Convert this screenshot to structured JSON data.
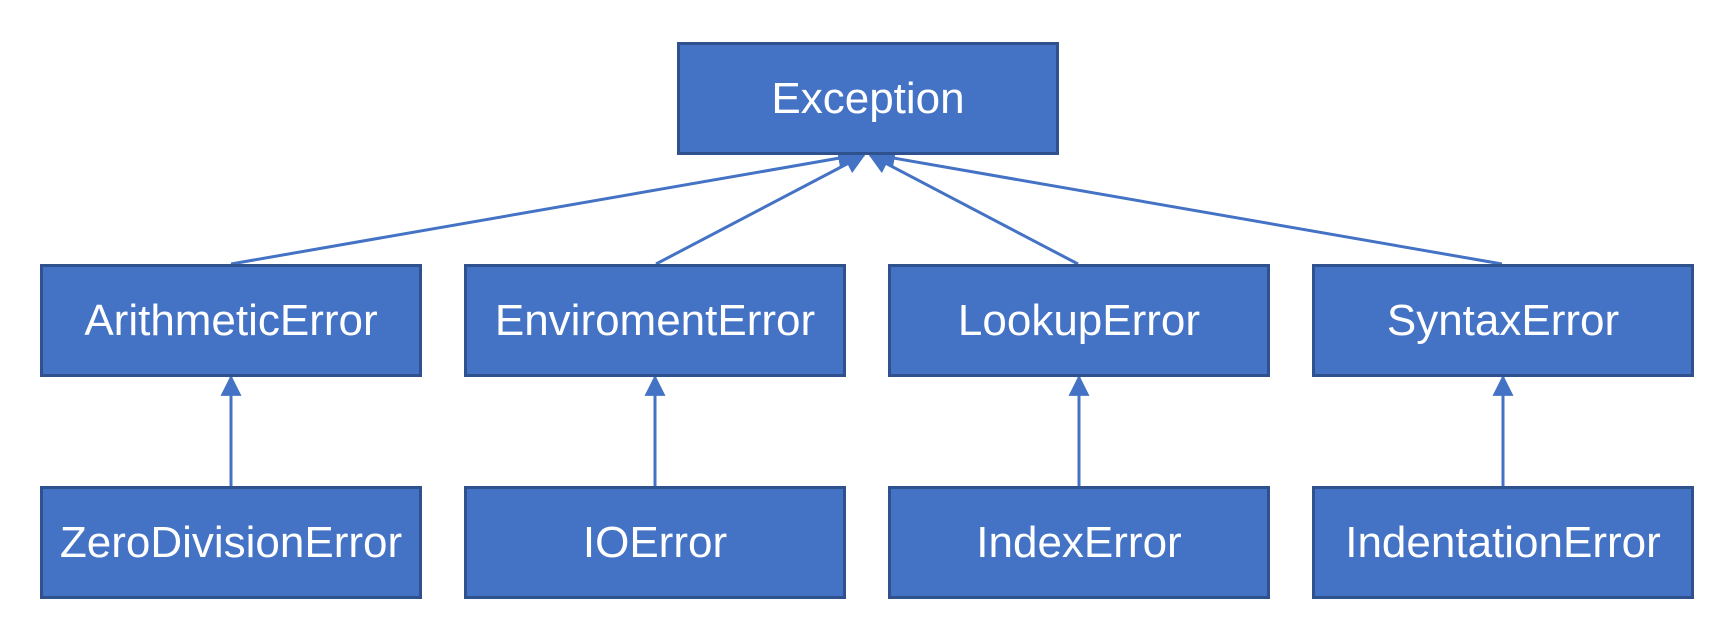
{
  "diagram": {
    "root": "Exception",
    "level1": [
      "ArithmeticError",
      "EnviromentError",
      "LookupError",
      "SyntaxError"
    ],
    "level2": [
      "ZeroDivisionError",
      "IOError",
      "IndexError",
      "IndentationError"
    ]
  },
  "colors": {
    "node_fill": "#4472c4",
    "node_border": "#2f528f",
    "edge": "#4472c4",
    "text": "#ffffff"
  }
}
